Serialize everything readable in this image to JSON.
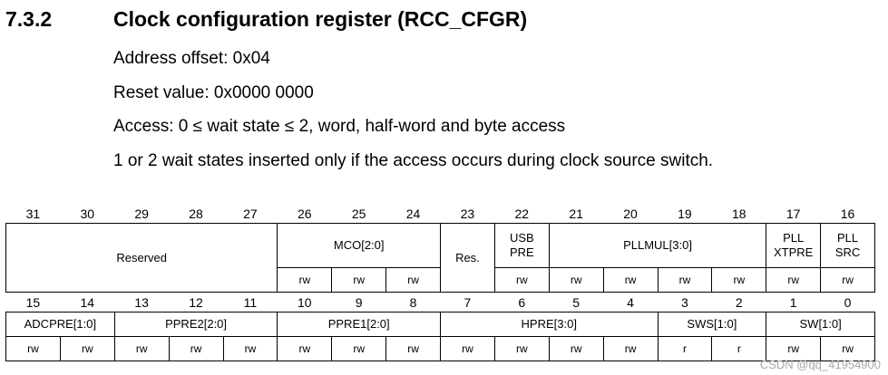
{
  "section": {
    "number": "7.3.2",
    "title": "Clock configuration register (RCC_CFGR)"
  },
  "paragraphs": {
    "address": "Address offset: 0x04",
    "reset": "Reset value: 0x0000 0000",
    "access": "Access: 0 ≤  wait state ≤  2, word, half-word and byte access",
    "note": "1 or 2 wait states inserted only if the access occurs during clock source switch."
  },
  "upper": {
    "bits": [
      "31",
      "30",
      "29",
      "28",
      "27",
      "26",
      "25",
      "24",
      "23",
      "22",
      "21",
      "20",
      "19",
      "18",
      "17",
      "16"
    ],
    "fields": [
      {
        "name": "Reserved",
        "width": 5,
        "access": []
      },
      {
        "name": "MCO[2:0]",
        "width": 3,
        "access": [
          "rw",
          "rw",
          "rw"
        ]
      },
      {
        "name": "Res.",
        "width": 1,
        "access": []
      },
      {
        "name": "USB\nPRE",
        "width": 1,
        "access": [
          "rw"
        ]
      },
      {
        "name": "PLLMUL[3:0]",
        "width": 4,
        "access": [
          "rw",
          "rw",
          "rw",
          "rw"
        ]
      },
      {
        "name": "PLL\nXTPRE",
        "width": 1,
        "access": [
          "rw"
        ]
      },
      {
        "name": "PLL\nSRC",
        "width": 1,
        "access": [
          "rw"
        ]
      }
    ]
  },
  "lower": {
    "bits": [
      "15",
      "14",
      "13",
      "12",
      "11",
      "10",
      "9",
      "8",
      "7",
      "6",
      "5",
      "4",
      "3",
      "2",
      "1",
      "0"
    ],
    "fields": [
      {
        "name": "ADCPRE[1:0]",
        "width": 2,
        "access": [
          "rw",
          "rw"
        ]
      },
      {
        "name": "PPRE2[2:0]",
        "width": 3,
        "access": [
          "rw",
          "rw",
          "rw"
        ]
      },
      {
        "name": "PPRE1[2:0]",
        "width": 3,
        "access": [
          "rw",
          "rw",
          "rw"
        ]
      },
      {
        "name": "HPRE[3:0]",
        "width": 4,
        "access": [
          "rw",
          "rw",
          "rw",
          "rw"
        ]
      },
      {
        "name": "SWS[1:0]",
        "width": 2,
        "access": [
          "r",
          "r"
        ]
      },
      {
        "name": "SW[1:0]",
        "width": 2,
        "access": [
          "rw",
          "rw"
        ]
      }
    ]
  },
  "watermark": "CSDN @qq_41954900"
}
